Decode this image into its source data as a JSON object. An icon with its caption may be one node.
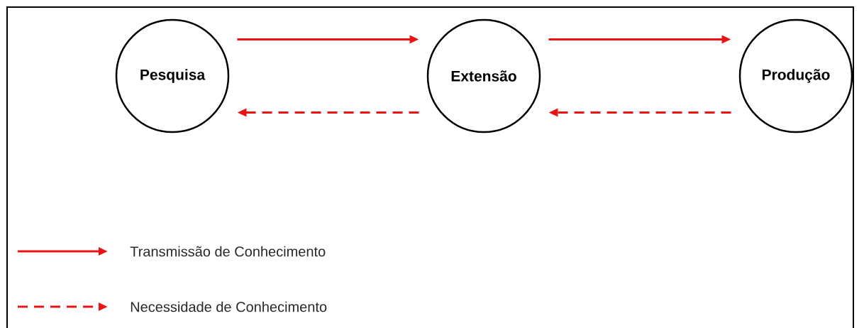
{
  "diagram": {
    "nodes": [
      {
        "text": [
          "Pesquisa"
        ]
      },
      {
        "text": [
          "Extensão"
        ]
      },
      {
        "text": [
          "Produção"
        ]
      }
    ],
    "edges": [
      {
        "from": 0,
        "to": 1,
        "arrow": "to"
      },
      {
        "from": 1,
        "to": 2,
        "arrow": "to"
      },
      {
        "from": 1,
        "to": 0,
        "arrow": "to",
        "style": "dashed"
      },
      {
        "from": 2,
        "to": 1,
        "arrow": "to",
        "style": "dashed"
      }
    ],
    "legend": [
      {
        "text": "Transmissão de Conhecimento"
      },
      {
        "text": "Necessidade de Conhecimento"
      }
    ]
  }
}
